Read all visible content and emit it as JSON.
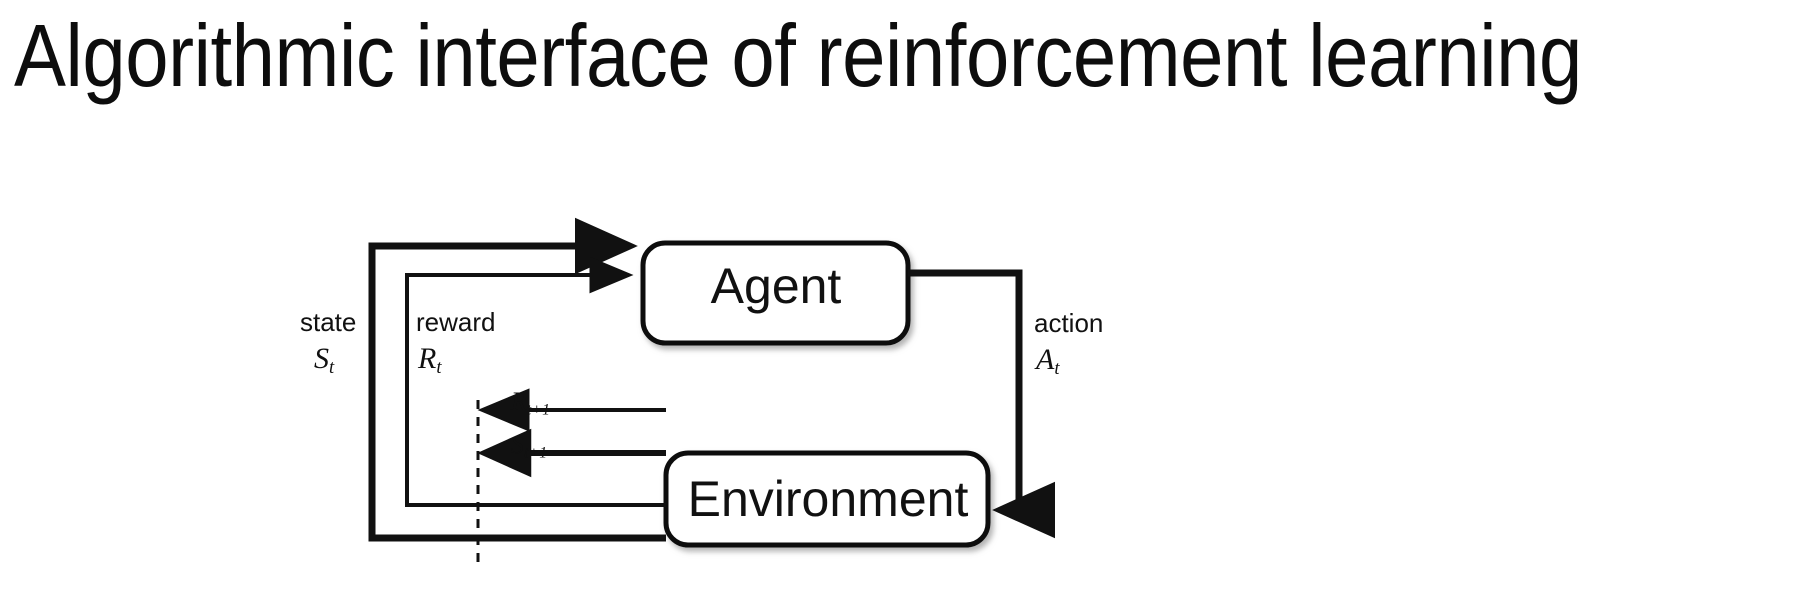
{
  "slide": {
    "title": "Algorithmic interface of reinforcement learning",
    "background_color": "#ffffff",
    "text_color": "#0d0d0d"
  },
  "diagram": {
    "name": "agent-environment-interaction-loop",
    "type": "block-diagram",
    "stroke_color": "#111111",
    "fill_color": "#ffffff",
    "nodes": [
      {
        "id": "agent",
        "label": "Agent",
        "shape": "rounded-rectangle"
      },
      {
        "id": "environment",
        "label": "Environment",
        "shape": "rounded-rectangle"
      }
    ],
    "edges": [
      {
        "id": "state-edge",
        "from": "environment",
        "to": "agent",
        "label": "state",
        "symbol": "S",
        "subscript": "t"
      },
      {
        "id": "reward-edge",
        "from": "environment",
        "to": "agent",
        "label": "reward",
        "symbol": "R",
        "subscript": "t"
      },
      {
        "id": "action-edge",
        "from": "agent",
        "to": "environment",
        "label": "action",
        "symbol": "A",
        "subscript": "t"
      },
      {
        "id": "reward-next-edge",
        "label": "",
        "symbol": "R",
        "subscript": "t+1"
      },
      {
        "id": "state-next-edge",
        "label": "",
        "symbol": "S",
        "subscript": "t+1"
      }
    ],
    "time_boundary": {
      "style": "dashed-vertical-line",
      "description": "time-step boundary"
    }
  }
}
